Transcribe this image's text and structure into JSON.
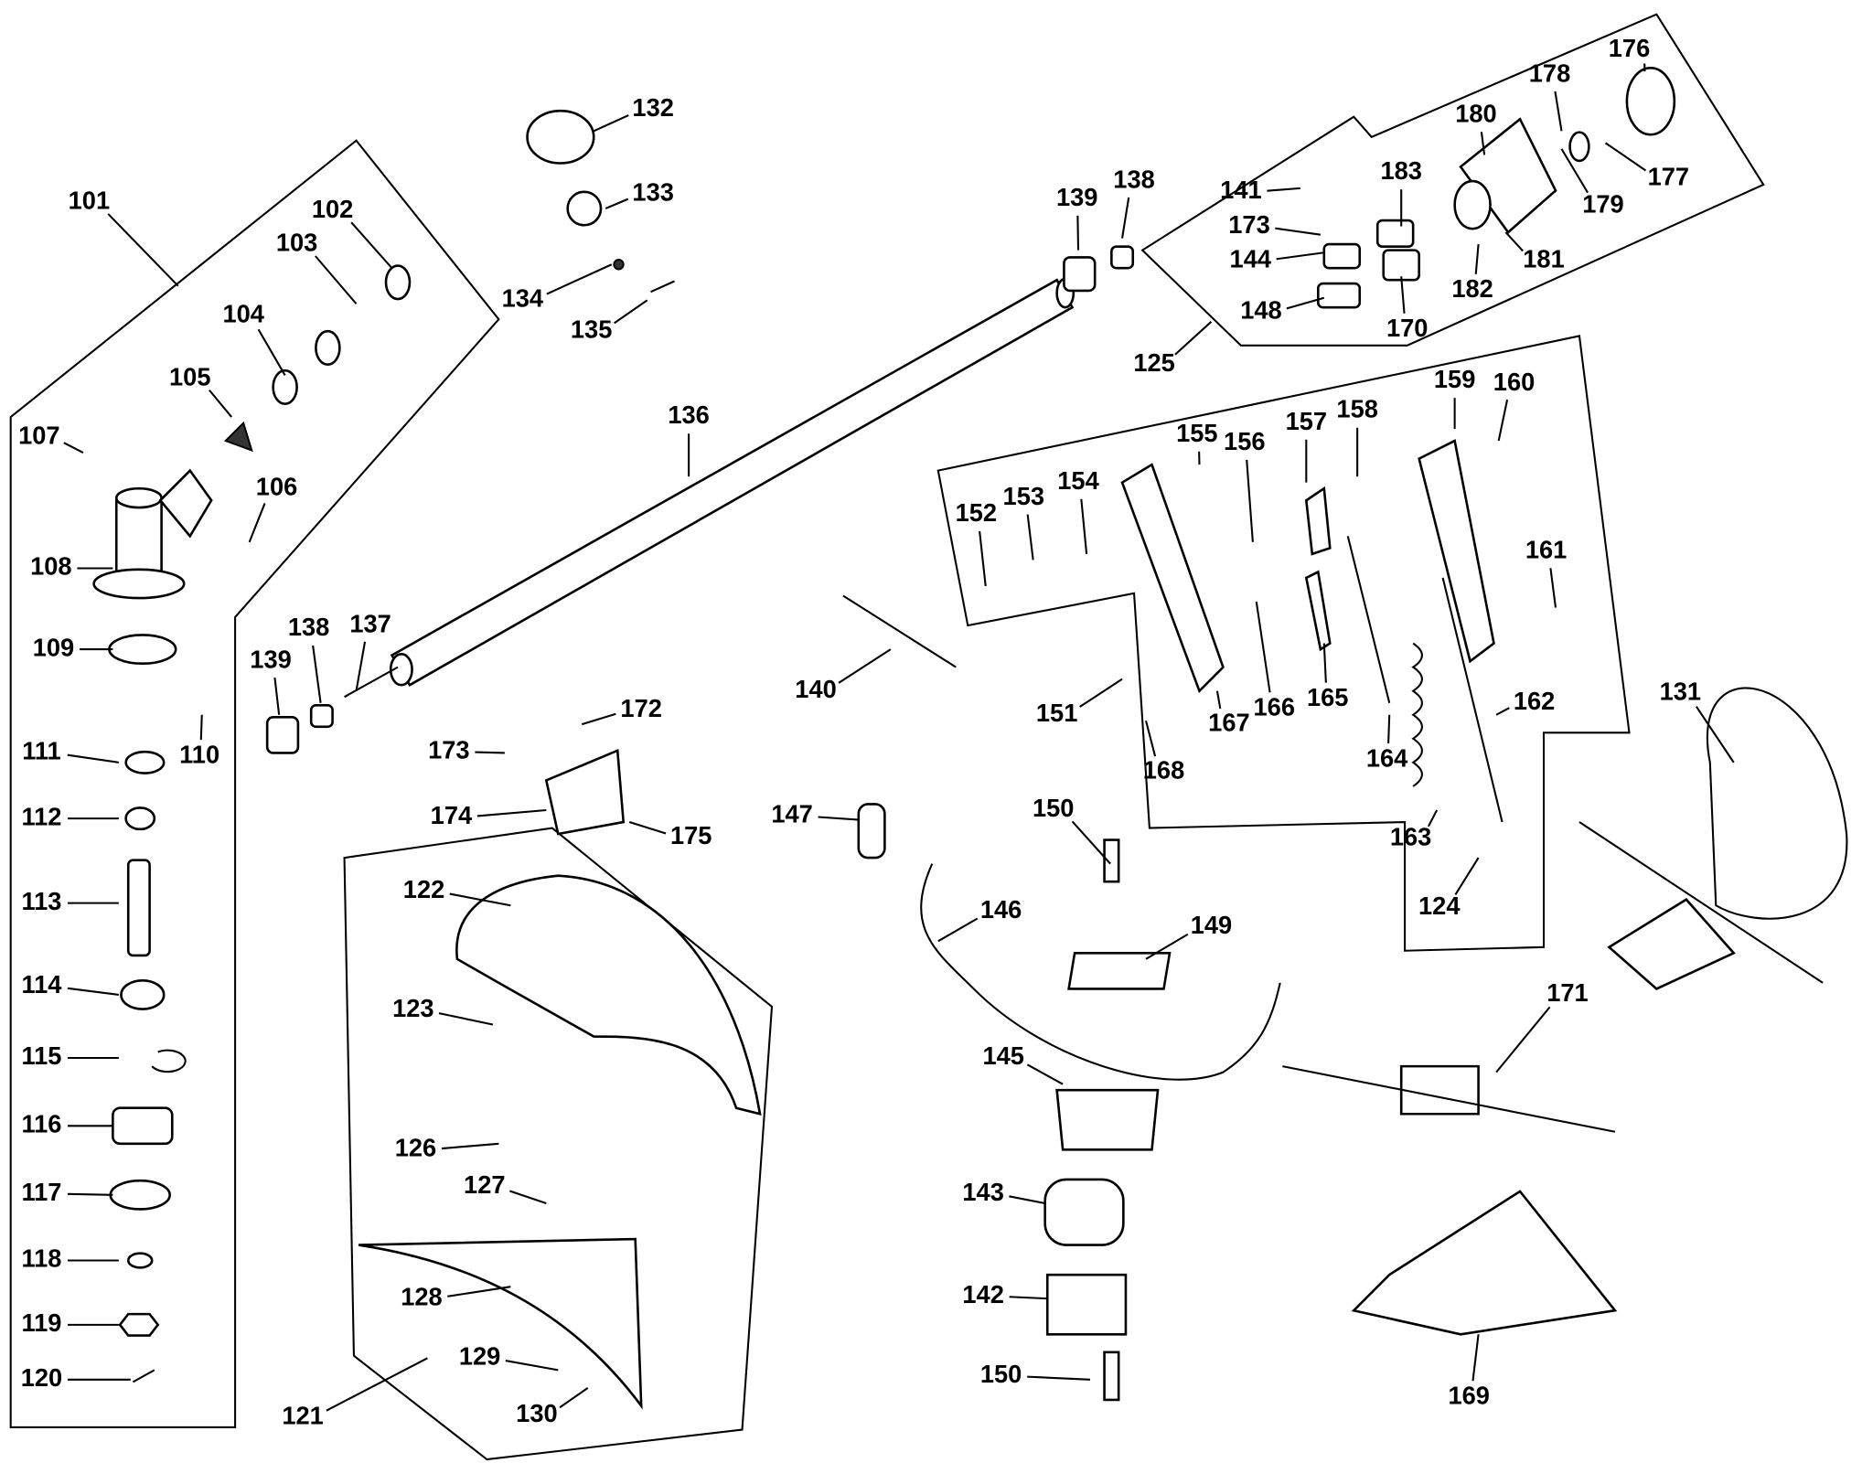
{
  "diagram": {
    "type": "exploded parts diagram",
    "callouts": [
      "101",
      "102",
      "103",
      "104",
      "105",
      "106",
      "107",
      "108",
      "109",
      "110",
      "111",
      "112",
      "113",
      "114",
      "115",
      "116",
      "117",
      "118",
      "119",
      "120",
      "121",
      "122",
      "123",
      "124",
      "125",
      "126",
      "127",
      "128",
      "129",
      "130",
      "131",
      "132",
      "133",
      "134",
      "135",
      "136",
      "137",
      "138",
      "139",
      "138",
      "139",
      "140",
      "141",
      "142",
      "143",
      "144",
      "145",
      "146",
      "147",
      "148",
      "149",
      "150",
      "150",
      "151",
      "152",
      "153",
      "154",
      "155",
      "156",
      "157",
      "158",
      "159",
      "160",
      "161",
      "162",
      "163",
      "164",
      "165",
      "166",
      "167",
      "168",
      "169",
      "170",
      "171",
      "172",
      "173",
      "173",
      "174",
      "175",
      "176",
      "177",
      "178",
      "179",
      "180",
      "181",
      "182",
      "183"
    ]
  }
}
